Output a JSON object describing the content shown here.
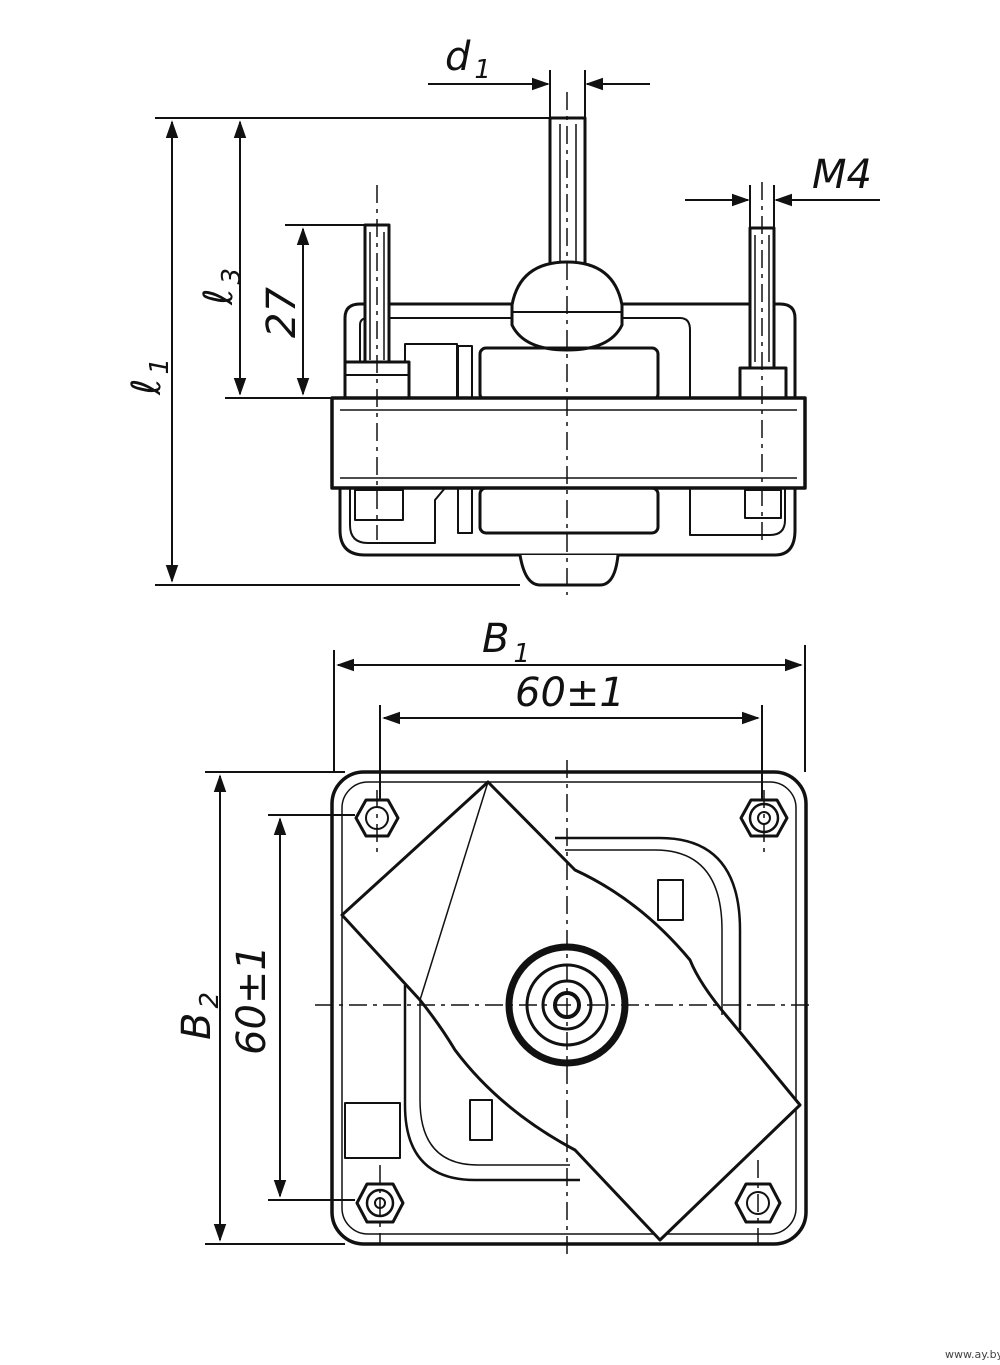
{
  "dimensions": {
    "d1": {
      "main": "d",
      "sub": "1"
    },
    "m4": "M4",
    "l1": {
      "main": "ℓ",
      "sub": "1"
    },
    "l3": {
      "main": "ℓ",
      "sub": "3"
    },
    "h27": "27",
    "b1": {
      "main": "B",
      "sub": "1"
    },
    "w60": "60±1",
    "b2": {
      "main": "B",
      "sub": "2"
    },
    "h60": "60±1"
  },
  "watermark": "www.ay.by",
  "colors": {
    "ink": "#111111",
    "paper": "#ffffff"
  }
}
